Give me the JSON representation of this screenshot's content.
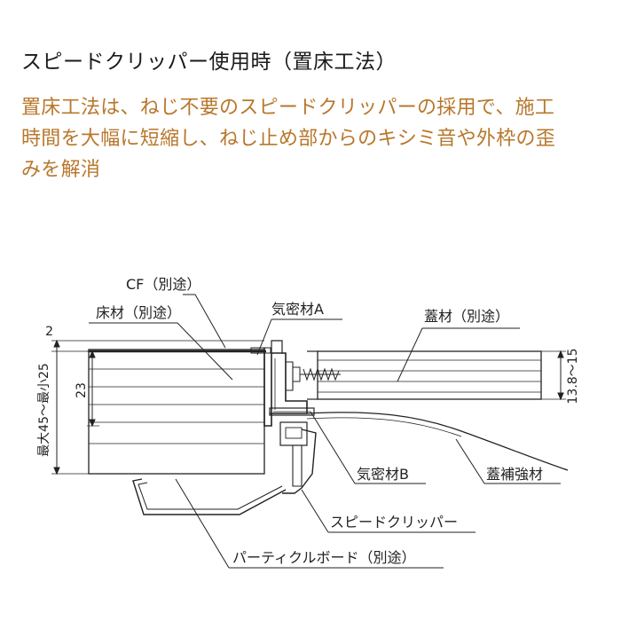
{
  "heading": {
    "title": "スピードクリッパー使用時（置床工法）",
    "description_lines": [
      "置床工法は、ねじ不要のスピードクリッパーの採用で、施工",
      "時間を大幅に短縮し、ねじ止め部からのキシミ音や外枠の歪",
      "みを解消"
    ]
  },
  "diagram": {
    "labels": {
      "cf": "CF（別途）",
      "floor_material": "床材（別途）",
      "airtight_a": "気密材A",
      "lid_material": "蓋材（別途）",
      "airtight_b": "気密材B",
      "lid_reinforcement": "蓋補強材",
      "speed_clipper": "スピードクリッパー",
      "particle_board": "パーティクルボード（別途）"
    },
    "dimensions": {
      "top_gap": "2",
      "inner_height": "23",
      "total_height": "最大45～最小25",
      "lid_height": "13.8～15"
    },
    "colors": {
      "line": "#222222",
      "heading": "#1a1a1a",
      "description": "#b8772b"
    }
  }
}
